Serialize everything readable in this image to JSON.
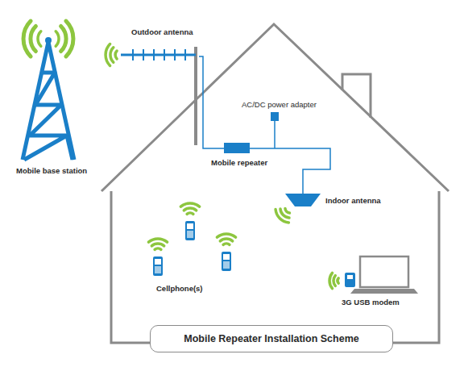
{
  "diagram": {
    "caption": "Mobile Repeater Installation Scheme",
    "labels": [
      "Outdoor antenna",
      "Mobile base station",
      "AC/DC power adapter",
      "Mobile repeater",
      "Indoor antenna",
      "Cellphone(s)",
      "3G USB modem"
    ]
  }
}
